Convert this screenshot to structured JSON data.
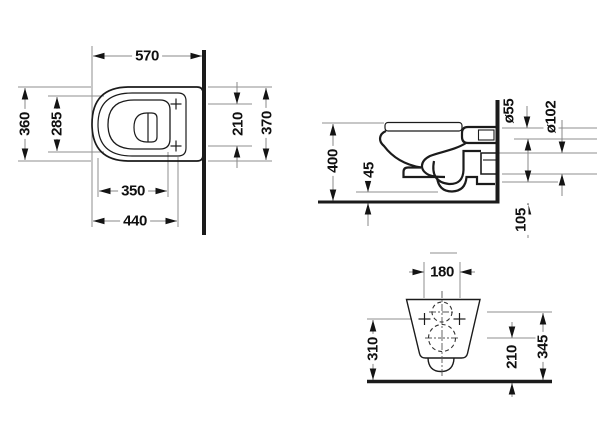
{
  "drawing": {
    "type": "technical-dimension-drawing",
    "colors": {
      "outline": "#1b1b1b",
      "extension_line": "#8f8f8f",
      "arrow": "#141414",
      "background": "#ffffff"
    },
    "views": {
      "top": {
        "name": "top view",
        "labels": {
          "width": "570",
          "depth": "360",
          "seat_inner": "285",
          "inner_depth": "350",
          "bowl_depth": "440",
          "fixing_spacing": "210",
          "rear_width": "370"
        }
      },
      "side": {
        "name": "side view",
        "labels": {
          "height": "400",
          "clearance": "45",
          "inlet_dia": "ø55",
          "outlet_dia": "ø102",
          "outlet_bottom": "105"
        }
      },
      "rear": {
        "name": "rear view",
        "labels": {
          "fixing_spacing": "180",
          "body_height": "310",
          "outlet_height": "210",
          "inlet_height": "345"
        }
      }
    }
  }
}
